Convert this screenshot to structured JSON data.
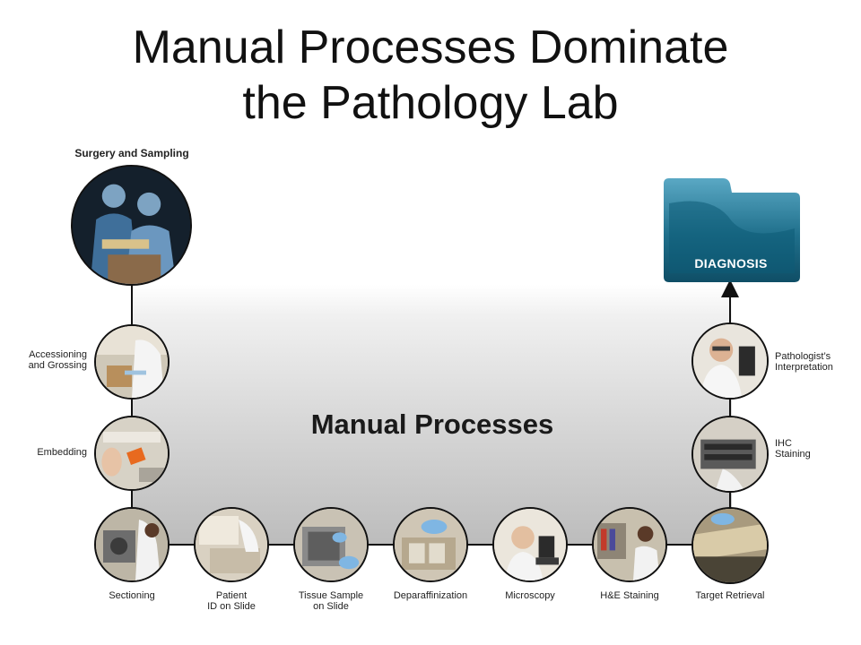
{
  "title": {
    "line1": "Manual Processes Dominate",
    "line2": "the Pathology Lab"
  },
  "panel": {
    "label": "Manual Processes"
  },
  "diagnosis": {
    "label": "DIAGNOSIS",
    "icon": "folder-icon",
    "color": "#1f6f8b"
  },
  "steps": {
    "surgery": {
      "label": "Surgery and Sampling"
    },
    "accessioning": {
      "line1": "Accessioning",
      "line2": "and Grossing"
    },
    "embedding": {
      "label": "Embedding"
    },
    "sectioning": {
      "label": "Sectioning"
    },
    "patient_id": {
      "line1": "Patient",
      "line2": "ID on Slide"
    },
    "tissue_sample": {
      "line1": "Tissue Sample",
      "line2": "on Slide"
    },
    "deparaffinization": {
      "label": "Deparaffinization"
    },
    "microscopy": {
      "label": "Microscopy"
    },
    "he_staining": {
      "label": "H&E Staining"
    },
    "target_retrieval": {
      "label": "Target Retrieval"
    },
    "ihc_staining": {
      "line1": "IHC",
      "line2": "Staining"
    },
    "pathologist": {
      "line1": "Pathologist’s",
      "line2": "Interpretation"
    }
  }
}
